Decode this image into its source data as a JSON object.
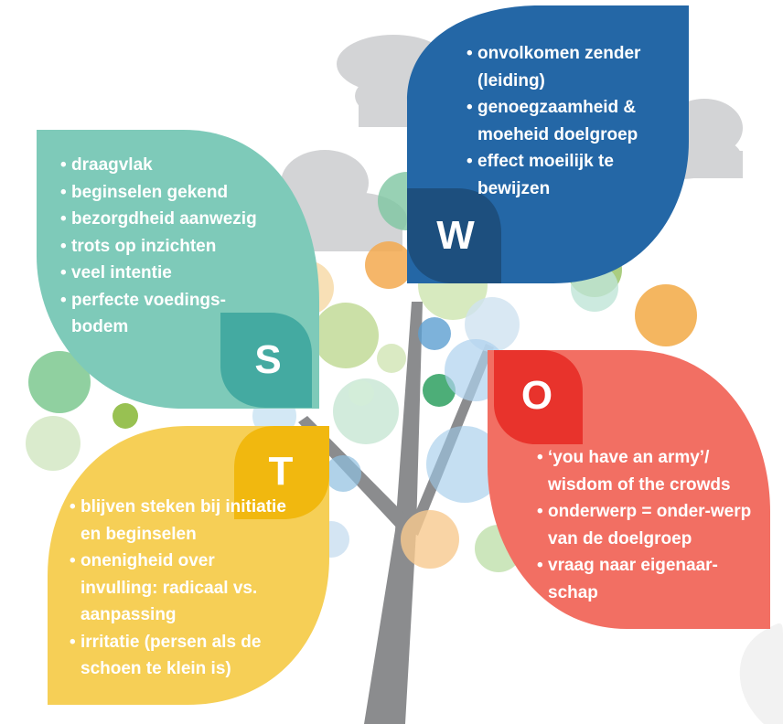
{
  "quadrants": {
    "s": {
      "letter": "S",
      "color": "#7ecab9",
      "items": [
        "draagvlak",
        "beginselen gekend",
        "bezorgdheid aanwezig",
        "trots op inzichten",
        "veel intentie",
        "perfecte voedings-bodem"
      ]
    },
    "w": {
      "letter": "W",
      "color": "#2467a6",
      "items": [
        "onvolkomen zender (leiding)",
        "genoegzaamheid & moeheid doelgroep",
        "effect moeilijk te bewijzen"
      ]
    },
    "o": {
      "letter": "O",
      "color": "#f26f63",
      "items": [
        "‘you have an army’/ wisdom of the crowds",
        "onderwerp = onder-werp van de doelgroep",
        "vraag naar eigenaar-schap"
      ]
    },
    "t": {
      "letter": "T",
      "color": "#f6cf56",
      "items": [
        "blijven steken bij initiatie en beginselen",
        "onenigheid over invulling: radicaal vs. aanpassing",
        "irritatie (persen als de schoen te klein is)"
      ]
    }
  }
}
